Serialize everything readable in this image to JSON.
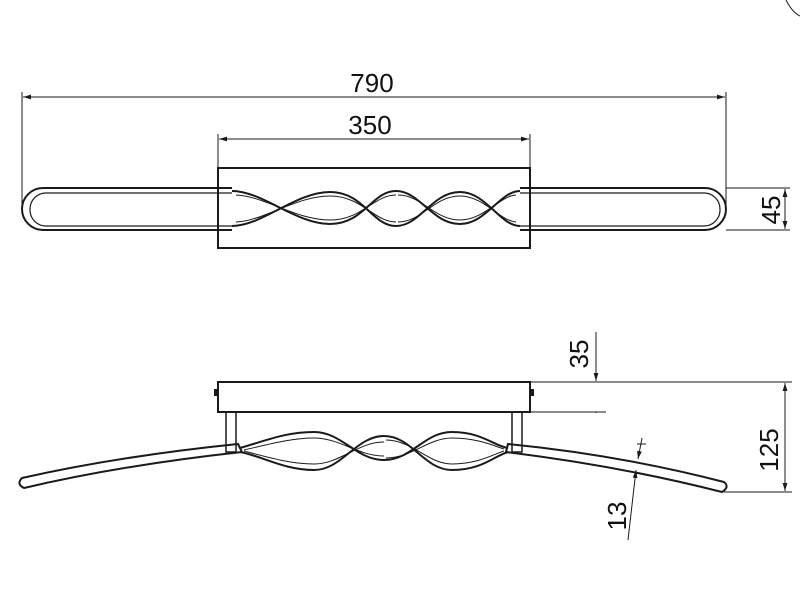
{
  "dimensions": {
    "overall_length": "790",
    "base_length": "350",
    "bar_width": "45",
    "base_height": "35",
    "total_height": "125",
    "bar_thickness": "13"
  }
}
